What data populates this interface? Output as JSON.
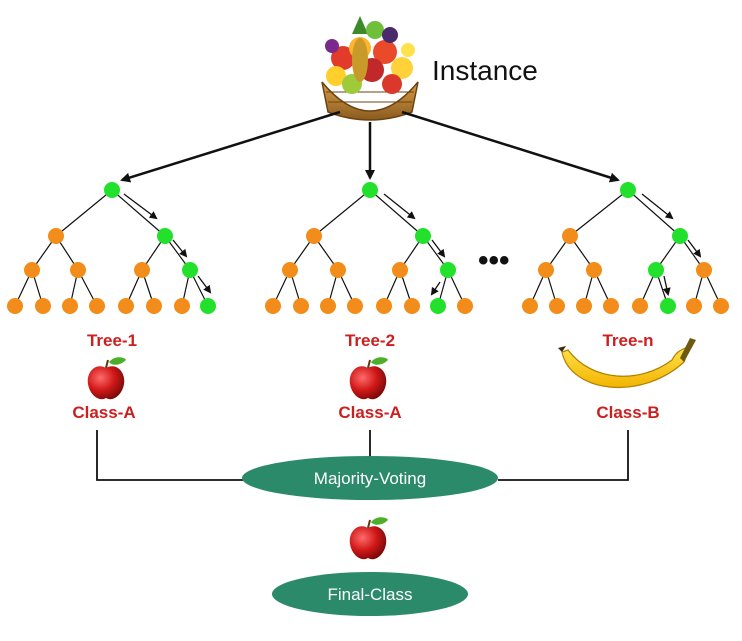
{
  "instance": {
    "label": "Instance"
  },
  "trees": [
    {
      "name": "Tree-1",
      "class_label": "Class-A",
      "fruit": "apple-icon"
    },
    {
      "name": "Tree-2",
      "class_label": "Class-A",
      "fruit": "apple-icon"
    },
    {
      "name": "Tree-n",
      "class_label": "Class-B",
      "fruit": "banana-icon"
    }
  ],
  "ellipsis": "•••",
  "voting": {
    "label": "Majority-Voting"
  },
  "final": {
    "label": "Final-Class",
    "fruit": "apple-icon"
  },
  "colors": {
    "node_orange": "#f28c1a",
    "node_green": "#22e02c",
    "class_red": "#cc1f1f",
    "ellipse_green": "#2b8a6a"
  }
}
